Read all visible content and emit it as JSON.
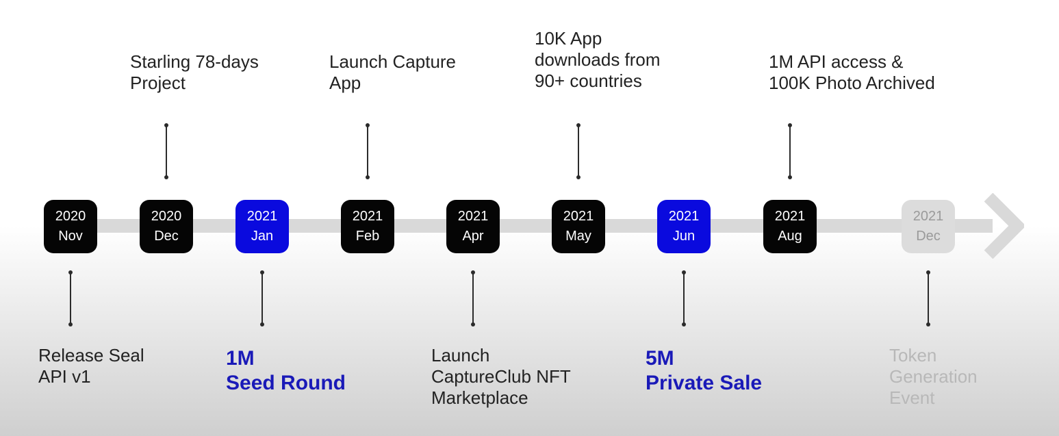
{
  "colors": {
    "box_default": "#050505",
    "box_highlight": "#0a0ade",
    "box_future": "#dcdcdc",
    "text_default": "#222222",
    "text_highlight": "#1a1ab8",
    "text_future": "#b8b8b8",
    "track": "#d9d9d9"
  },
  "milestones": [
    {
      "year": "2020",
      "month": "Nov",
      "status": "default",
      "label_position": "below",
      "label_lines": [
        "Release Seal",
        "API v1"
      ]
    },
    {
      "year": "2020",
      "month": "Dec",
      "status": "default",
      "label_position": "above",
      "label_lines": [
        "Starling 78-days",
        "Project"
      ]
    },
    {
      "year": "2021",
      "month": "Jan",
      "status": "highlight",
      "label_position": "below",
      "label_lines": [
        "1M",
        "Seed Round"
      ]
    },
    {
      "year": "2021",
      "month": "Feb",
      "status": "default",
      "label_position": "above",
      "label_lines": [
        "Launch Capture",
        "App"
      ]
    },
    {
      "year": "2021",
      "month": "Apr",
      "status": "default",
      "label_position": "below",
      "label_lines": [
        "Launch",
        "CaptureClub NFT",
        "Marketplace"
      ]
    },
    {
      "year": "2021",
      "month": "May",
      "status": "default",
      "label_position": "above",
      "label_lines": [
        "10K App",
        "downloads from",
        "90+ countries"
      ]
    },
    {
      "year": "2021",
      "month": "Jun",
      "status": "highlight",
      "label_position": "below",
      "label_lines": [
        "5M",
        "Private Sale"
      ]
    },
    {
      "year": "2021",
      "month": "Aug",
      "status": "default",
      "label_position": "above",
      "label_lines": [
        "1M API access &",
        "100K Photo Archived"
      ]
    },
    {
      "year": "2021",
      "month": "Dec",
      "status": "future",
      "label_position": "below",
      "label_lines": [
        "Token",
        "Generation",
        "Event"
      ]
    }
  ]
}
